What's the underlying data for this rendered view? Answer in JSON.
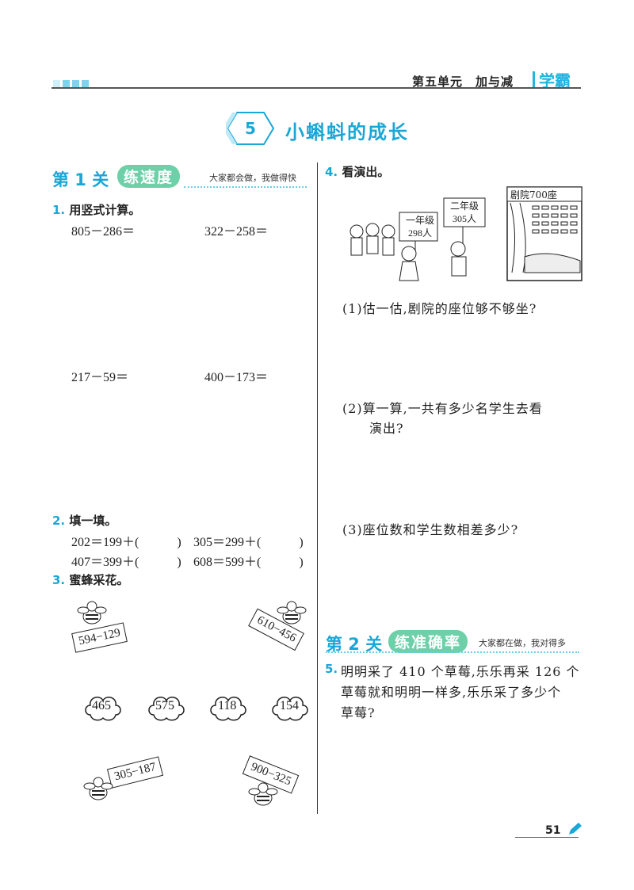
{
  "header": {
    "unit": "第五单元　加与减",
    "brand": "学霸"
  },
  "title": {
    "number": "5",
    "text": "小蝌蚪的成长"
  },
  "section1": {
    "label": "第 1 关",
    "pill": "练速度",
    "note": "大家都会做，我做得快"
  },
  "q1": {
    "num": "1.",
    "title": "用竖式计算。",
    "items": [
      "805－286＝",
      "322－258＝",
      "217－59＝",
      "400－173＝"
    ]
  },
  "q2": {
    "num": "2.",
    "title": "填一填。",
    "items": [
      "202＝199＋(　　　)",
      "305＝299＋(　　　)",
      "407＝399＋(　　　)",
      "608＝599＋(　　　)"
    ]
  },
  "q3": {
    "num": "3.",
    "title": "蜜蜂采花。",
    "bee_cards": [
      "594−129",
      "610−456",
      "305−187",
      "900−325"
    ],
    "flowers": [
      "465",
      "575",
      "118",
      "154"
    ]
  },
  "q4": {
    "num": "4.",
    "title": "看演出。",
    "sign_grade1": [
      "一年级",
      "298人"
    ],
    "sign_grade2": [
      "二年级",
      "305人"
    ],
    "theater": "剧院700座",
    "parts": [
      "(1)估一估,剧院的座位够不够坐?",
      "(2)算一算,一共有多少名学生去看",
      "演出?",
      "(3)座位数和学生数相差多少?"
    ]
  },
  "section2": {
    "label": "第 2 关",
    "pill": "练准确率",
    "note": "大家都在做，我对得多"
  },
  "q5": {
    "num": "5.",
    "lines": [
      "明明采了 410 个草莓,乐乐再采 126 个",
      "草莓就和明明一样多,乐乐采了多少个",
      "草莓?"
    ]
  },
  "footer": {
    "page": "51"
  },
  "colors": {
    "accent": "#1aa7d6",
    "pill": "#6ed0a8"
  }
}
